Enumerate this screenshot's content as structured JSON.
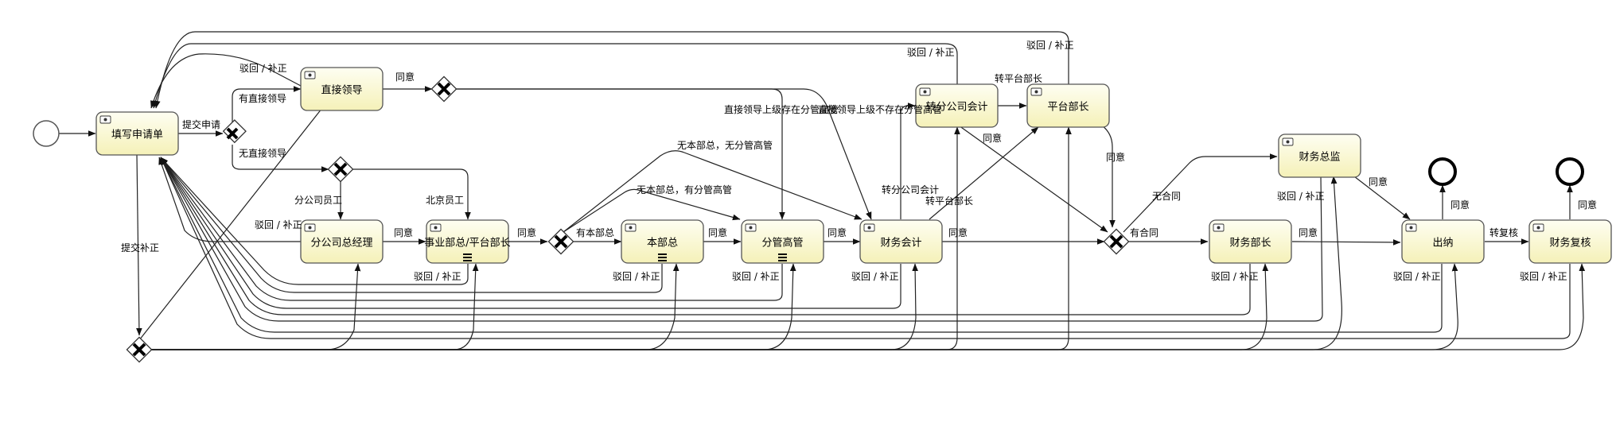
{
  "tasks": {
    "t1": "填写申请单",
    "t2": "直接领导",
    "t3": "分公司总经理",
    "t4": "事业部总/平台部长",
    "t5": "本部总",
    "t6": "分管高管",
    "t7": "财务会计",
    "t8": "转分公司会计",
    "t9": "平台部长",
    "t10": "财务部长",
    "t11": "财务总监",
    "t12": "出纳",
    "t13": "财务复核"
  },
  "labels": {
    "submit_apply": "提交申请",
    "submit_fix": "提交补正",
    "has_leader": "有直接领导",
    "no_leader": "无直接领导",
    "branch_staff": "分公司员工",
    "beijing_staff": "北京员工",
    "agree": "同意",
    "reject_fix": "驳回 / 补正",
    "has_dept_head": "有本部总",
    "no_dept_has_exec": "无本部总，有分管高管",
    "no_dept_no_exec": "无本部总，无分管高管",
    "leader_sup_has_exec": "直接领导上级存在分管高管",
    "leader_sup_no_exec": "直接领导上级不存在分管高管",
    "to_branch_acct": "转分公司会计",
    "to_platform_head": "转平台部长",
    "has_contract": "有合同",
    "no_contract": "无合同",
    "to_review": "转复核"
  }
}
